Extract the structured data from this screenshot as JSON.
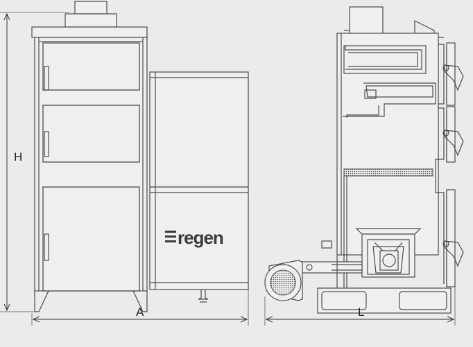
{
  "labels": {
    "height": "H",
    "width": "A",
    "length": "L"
  },
  "brand": {
    "logo_text": "regen"
  }
}
